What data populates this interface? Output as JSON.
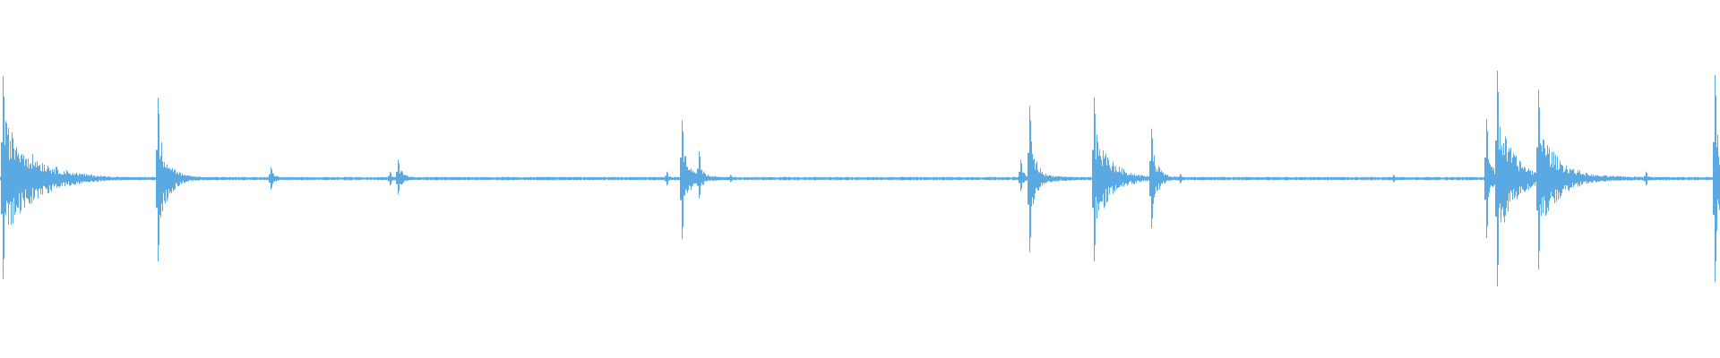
{
  "waveform": {
    "color": "#5aa9e2",
    "background": "#ffffff",
    "amplitude_range": [
      -1,
      1
    ],
    "baseline_amplitude": 0.008,
    "events": [
      {
        "position": 0.001,
        "peak_up": 0.95,
        "peak_down": 0.93,
        "decay": 0.018,
        "tail": 0.022
      },
      {
        "position": 0.091,
        "peak_up": 0.75,
        "peak_down": 0.77,
        "decay": 0.006,
        "tail": 0.015
      },
      {
        "position": 0.157,
        "peak_up": 0.1,
        "peak_down": 0.1,
        "decay": 0.003,
        "tail": 0.004
      },
      {
        "position": 0.226,
        "peak_up": 0.06,
        "peak_down": 0.06,
        "decay": 0.002,
        "tail": 0.004
      },
      {
        "position": 0.231,
        "peak_up": 0.17,
        "peak_down": 0.14,
        "decay": 0.004,
        "tail": 0.012
      },
      {
        "position": 0.387,
        "peak_up": 0.06,
        "peak_down": 0.06,
        "decay": 0.002,
        "tail": 0.003
      },
      {
        "position": 0.396,
        "peak_up": 0.54,
        "peak_down": 0.56,
        "decay": 0.004,
        "tail": 0.016
      },
      {
        "position": 0.406,
        "peak_up": 0.25,
        "peak_down": 0.18,
        "decay": 0.003,
        "tail": 0.01
      },
      {
        "position": 0.424,
        "peak_up": 0.03,
        "peak_down": 0.03,
        "decay": 0.002,
        "tail": 0.003
      },
      {
        "position": 0.593,
        "peak_up": 0.17,
        "peak_down": 0.11,
        "decay": 0.002,
        "tail": 0.003
      },
      {
        "position": 0.598,
        "peak_up": 0.67,
        "peak_down": 0.68,
        "decay": 0.004,
        "tail": 0.015
      },
      {
        "position": 0.636,
        "peak_up": 0.75,
        "peak_down": 0.77,
        "decay": 0.01,
        "tail": 0.022
      },
      {
        "position": 0.669,
        "peak_up": 0.46,
        "peak_down": 0.46,
        "decay": 0.004,
        "tail": 0.012
      },
      {
        "position": 0.686,
        "peak_up": 0.04,
        "peak_down": 0.04,
        "decay": 0.002,
        "tail": 0.004
      },
      {
        "position": 0.81,
        "peak_up": 0.03,
        "peak_down": 0.03,
        "decay": 0.003,
        "tail": 0.006
      },
      {
        "position": 0.864,
        "peak_up": 0.55,
        "peak_down": 0.55,
        "decay": 0.003,
        "tail": 0.01
      },
      {
        "position": 0.87,
        "peak_up": 1.0,
        "peak_down": 1.0,
        "decay": 0.01,
        "tail": 0.025
      },
      {
        "position": 0.894,
        "peak_up": 0.82,
        "peak_down": 0.84,
        "decay": 0.012,
        "tail": 0.032
      },
      {
        "position": 0.957,
        "peak_up": 0.06,
        "peak_down": 0.06,
        "decay": 0.002,
        "tail": 0.003
      },
      {
        "position": 0.997,
        "peak_up": 0.96,
        "peak_down": 0.96,
        "decay": 0.004,
        "tail": 0.004
      }
    ]
  }
}
